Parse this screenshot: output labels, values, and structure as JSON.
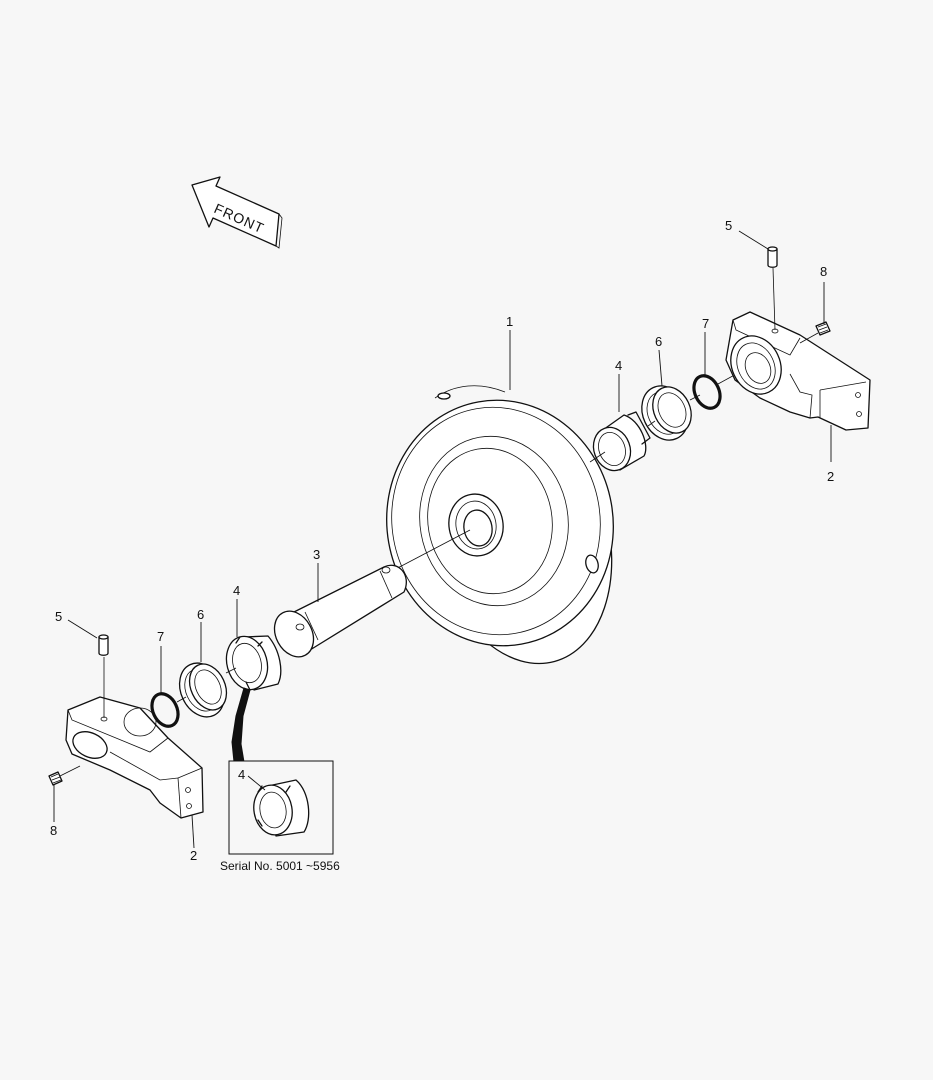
{
  "front_arrow": {
    "label": "FRONT"
  },
  "callouts": {
    "idler_wheel": "1",
    "bracket_right": "2",
    "bracket_left": "2",
    "shaft": "3",
    "bushing_right": "4",
    "bushing_left": "4",
    "bushing_inset": "4",
    "pin_right": "5",
    "pin_left": "5",
    "seal_right": "6",
    "seal_left": "6",
    "oring_right": "7",
    "oring_left": "7",
    "plug_right": "8",
    "plug_left": "8"
  },
  "inset": {
    "caption": "Serial No. 5001 ~5956"
  }
}
